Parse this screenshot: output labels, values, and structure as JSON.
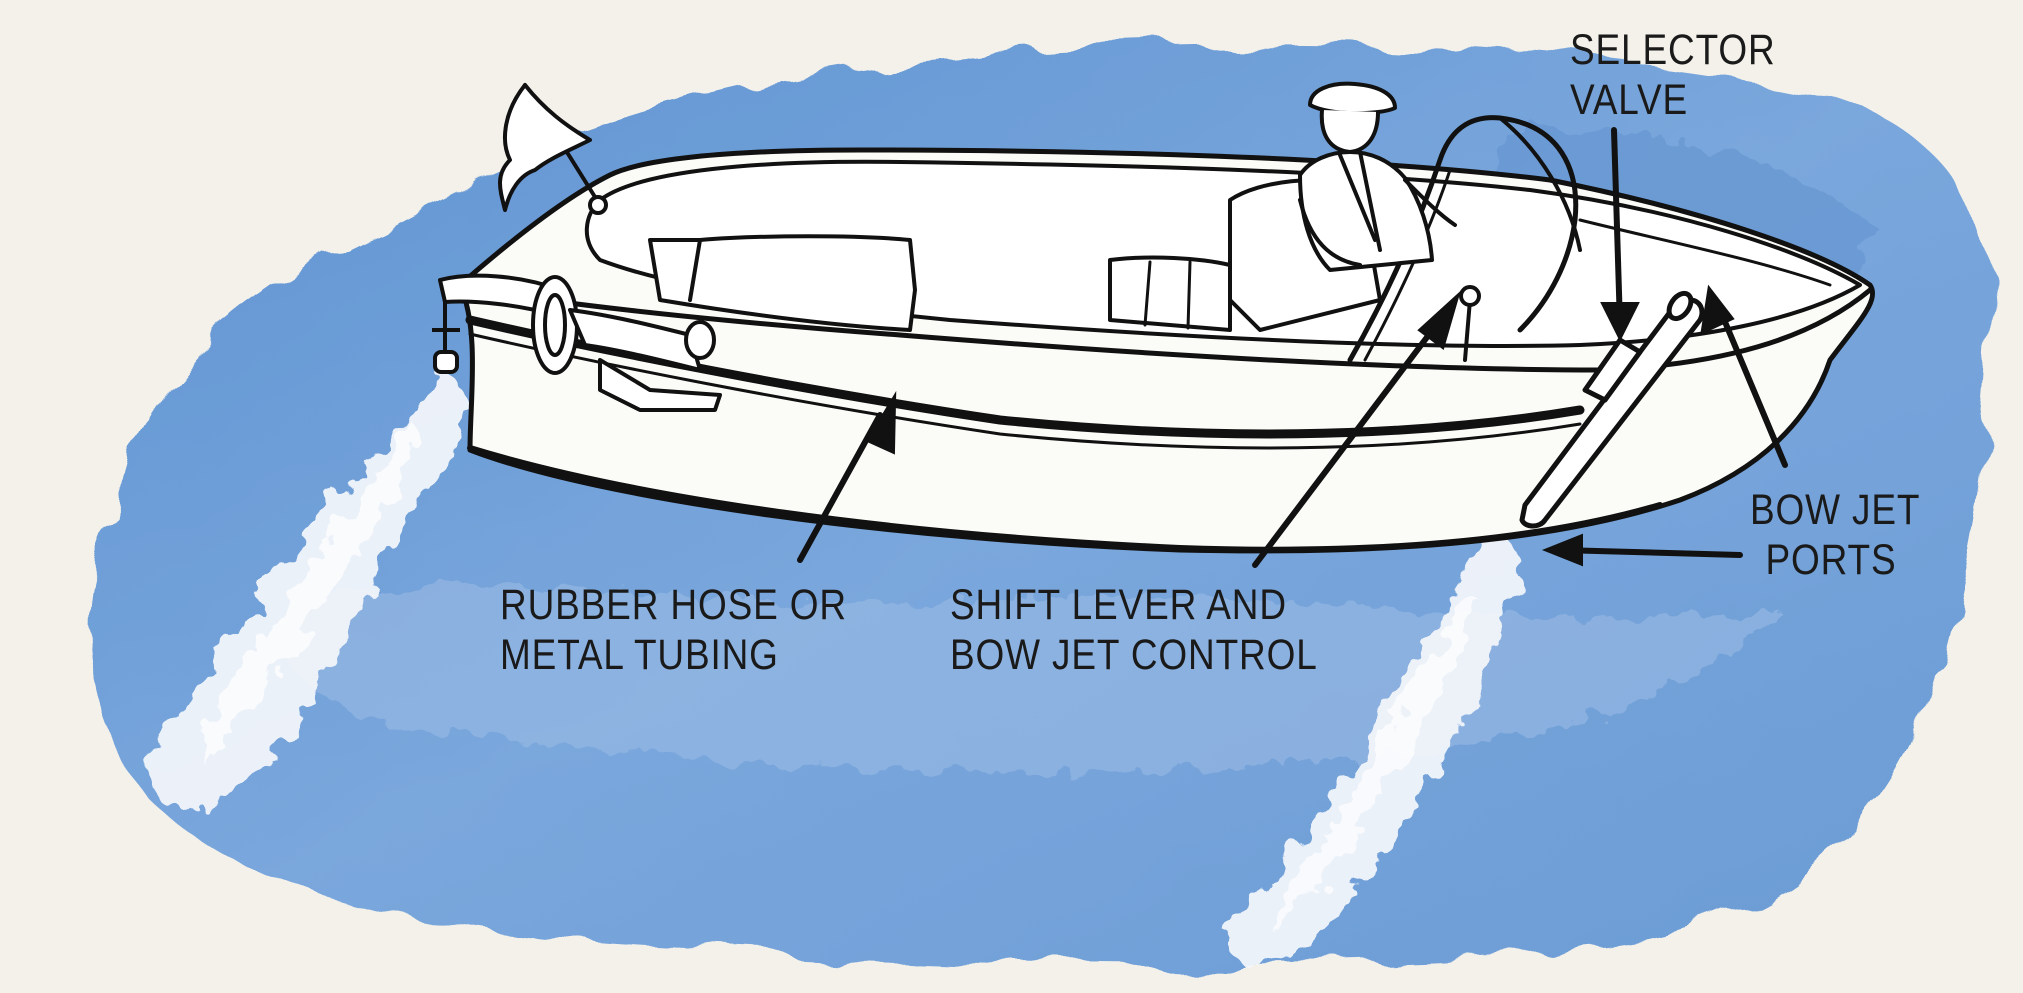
{
  "diagram": {
    "colors": {
      "paper": "#f3f1ea",
      "water": "#6f9fd6",
      "water_light": "#a9c6ea",
      "wake": "#f4f7fb",
      "hull": "#fbfbf8",
      "ink": "#111111"
    },
    "labels": {
      "selector_valve": {
        "line1": "SELECTOR",
        "line2": "VALVE"
      },
      "bow_jet_ports": {
        "line1": "BOW JET",
        "line2": "PORTS"
      },
      "rubber_hose": {
        "line1": "RUBBER HOSE OR",
        "line2": "METAL TUBING"
      },
      "shift_lever": {
        "line1": "SHIFT LEVER AND",
        "line2": "BOW JET CONTROL"
      }
    }
  }
}
